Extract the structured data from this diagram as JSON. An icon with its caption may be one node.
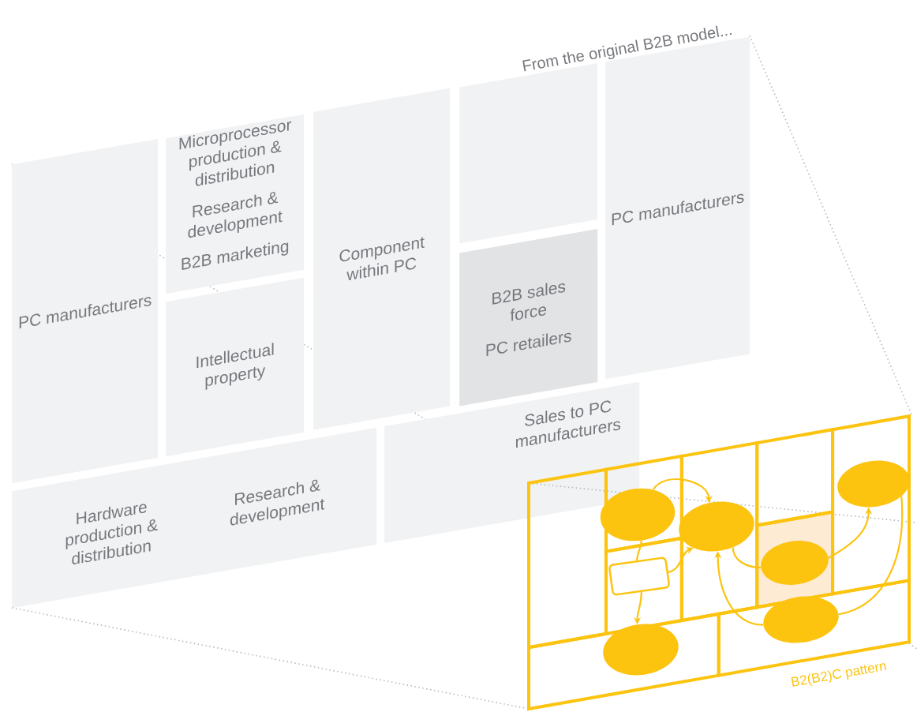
{
  "diagram": {
    "nodes": [
      {
        "text": [
          "PC manufacturers"
        ]
      },
      {
        "text": [
          "Microprocessor production & distribution",
          "Research & development",
          "B2B marketing"
        ]
      },
      {
        "text": [
          "Intellectual property"
        ]
      },
      {
        "text": [
          "Component within PC"
        ]
      },
      {
        "text": [],
        "shape": "box"
      },
      {
        "text": [
          "B2B sales force",
          "PC retailers"
        ]
      },
      {
        "text": [
          "PC manufacturers"
        ]
      },
      {
        "text": [
          "Hardware production & distribution",
          "Research & development"
        ]
      },
      {
        "text": [
          "Sales to PC manufacturers"
        ]
      },
      {
        "text": [],
        "shape": "ellipse"
      },
      {
        "text": [],
        "shape": "ellipse"
      },
      {
        "text": [],
        "shape": "ellipse"
      },
      {
        "text": [],
        "shape": "box"
      },
      {
        "text": [],
        "shape": "ellipse"
      },
      {
        "text": [],
        "shape": "ellipse"
      },
      {
        "text": [],
        "shape": "ellipse"
      }
    ],
    "edges": [
      {
        "from": 9,
        "to": 10,
        "arrow": "to"
      },
      {
        "from": 9,
        "to": 12,
        "arrow": "none"
      },
      {
        "from": 12,
        "to": 15,
        "arrow": "to"
      },
      {
        "from": 12,
        "to": 10,
        "arrow": "to"
      },
      {
        "from": 10,
        "to": 13,
        "arrow": "none"
      },
      {
        "from": 13,
        "to": 11,
        "arrow": "to"
      },
      {
        "from": 11,
        "to": 14,
        "arrow": "none"
      },
      {
        "from": 14,
        "to": 10,
        "arrow": "to"
      }
    ],
    "labels": [
      "From the original B2B model...",
      "B2(B2)C pattern"
    ]
  }
}
